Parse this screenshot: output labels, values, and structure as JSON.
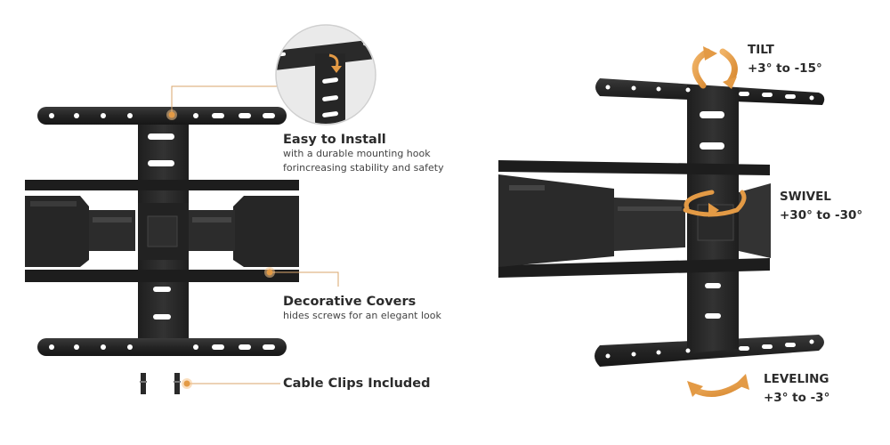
{
  "features": {
    "easy_install": {
      "title": "Easy to Install",
      "line1": "with a durable mounting hook",
      "line2": "forincreasing stability and safety"
    },
    "covers": {
      "title": "Decorative Covers",
      "desc": "hides screws for an elegant look"
    },
    "clips": {
      "title": "Cable Clips Included"
    }
  },
  "motions": {
    "tilt": {
      "label": "TILT",
      "range": "+3° to -15°"
    },
    "swivel": {
      "label": "SWIVEL",
      "range": "+30° to -30°"
    },
    "leveling": {
      "label": "LEVELING",
      "range": "+3° to -3°"
    }
  },
  "colors": {
    "accent": "#e39a45",
    "metal": "#2a2a2a",
    "metal_dark": "#1c1c1c",
    "callout_line": "#d9a56b"
  }
}
